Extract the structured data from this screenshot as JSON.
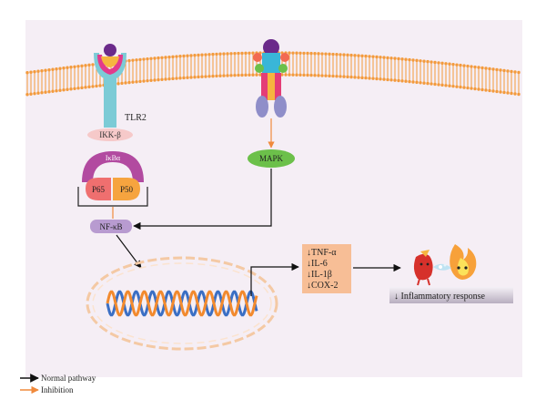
{
  "labels": {
    "tlr2": "TLR2",
    "ikk": "IKK-β",
    "ikba": "IκBα",
    "p65": "P65",
    "p50": "P50",
    "nfkb": "NF-κB",
    "mapk": "MAPK"
  },
  "cytokines": [
    "↓TNF-α",
    "↓IL-6",
    "↓IL-1β",
    "↓COX-2"
  ],
  "response": "↓ Inflammatory response",
  "legend": {
    "normal": "Normal pathway",
    "inhibition": "Inhibition"
  },
  "colors": {
    "membrane": "#f39a3c",
    "cell_bg": "#f5eef5",
    "tlr2": "#7ccbd6",
    "ikk": "#f6c9c9",
    "ikba": "#b24aa0",
    "p65": "#ef6f6f",
    "p50": "#f6a43f",
    "nfkb": "#b89bd0",
    "mapk": "#6cc04a",
    "cytokine_box": "#f7be96",
    "inhibition": "#f08a3c",
    "normal": "#111111",
    "dna_blue": "#3b6fc4",
    "dna_orange": "#f28a2e"
  }
}
